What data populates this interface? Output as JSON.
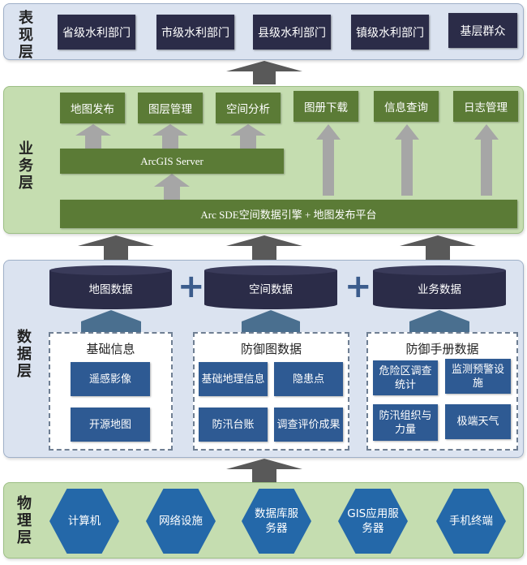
{
  "layers": {
    "presentation": {
      "title": "表现层",
      "items": [
        "省级水利部门",
        "市级水利部门",
        "县级水利部门",
        "镇级水利部门",
        "基层群众"
      ]
    },
    "business": {
      "title": "业务层",
      "services": [
        "地图发布",
        "图层管理",
        "空间分析",
        "图册下载",
        "信息查询",
        "日志管理"
      ],
      "arcgis_server": "ArcGIS Server",
      "sde_platform": "Arc SDE空间数据引擎 + 地图发布平台"
    },
    "data": {
      "title": "数据层",
      "databases": [
        "地图数据",
        "空间数据",
        "业务数据"
      ],
      "plus": "+",
      "groups": [
        {
          "title": "基础信息",
          "items": [
            "遥感影像",
            "开源地图"
          ]
        },
        {
          "title": "防御图数据",
          "items": [
            "基础地理信息",
            "隐患点",
            "防汛台账",
            "调查评价成果"
          ]
        },
        {
          "title": "防御手册数据",
          "items": [
            "危险区调查统计",
            "监测预警设施",
            "防汛组织与力量",
            "极端天气"
          ]
        }
      ]
    },
    "physical": {
      "title": "物理层",
      "items": [
        "计算机",
        "网络设施",
        "数据库服务器",
        "GIS应用服务器",
        "手机终端"
      ]
    }
  },
  "colors": {
    "navy": "#2b2c48",
    "green": "#5b7b36",
    "blue_box": "#2e5a93",
    "hex": "#2468a9",
    "arrow_dark": "#595959",
    "arrow_light": "#a6a6a6",
    "arrow_blue": "#4a6f8f"
  }
}
